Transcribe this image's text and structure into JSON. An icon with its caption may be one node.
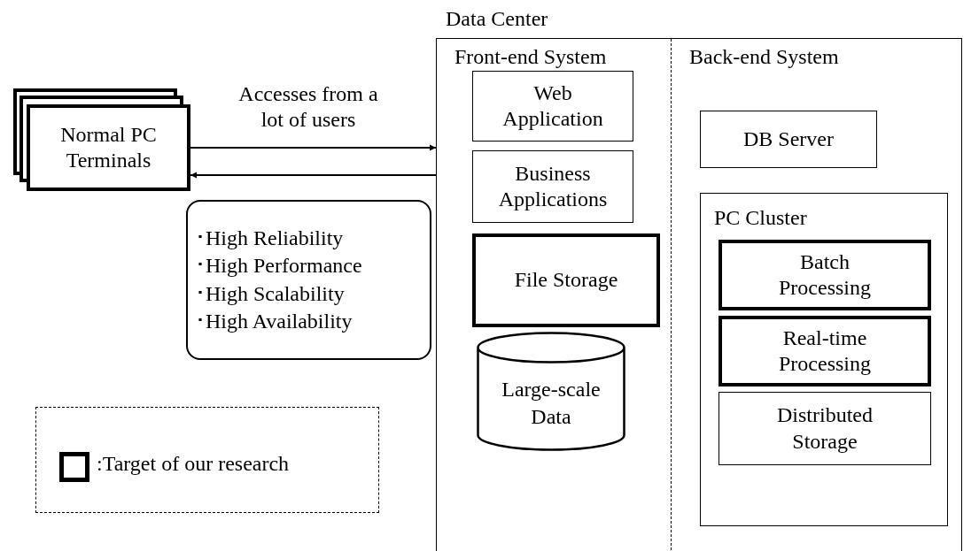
{
  "diagram": {
    "nodes": [
      {
        "text": [
          "Normal PC Terminals"
        ]
      },
      {
        "text": [
          "･High Reliability",
          "･High Performance",
          "･High Scalability",
          "･High Availability"
        ]
      },
      {
        "text": [
          "Data Center"
        ]
      },
      {
        "text": [
          "Front-end System"
        ],
        "in": 2
      },
      {
        "text": [
          "Web Application"
        ],
        "in": 3
      },
      {
        "text": [
          "Business Applications"
        ],
        "in": 3
      },
      {
        "text": [
          "File Storage"
        ],
        "in": 3
      },
      {
        "text": [
          "Large-scale Data"
        ],
        "in": 3
      },
      {
        "text": [
          "Back-end System"
        ],
        "in": 2
      },
      {
        "text": [
          "DB Server"
        ],
        "in": 8
      },
      {
        "text": [
          "PC Cluster"
        ],
        "in": 8
      },
      {
        "text": [
          "Batch Processing"
        ],
        "in": 10
      },
      {
        "text": [
          "Real-time Processing"
        ],
        "in": 10
      },
      {
        "text": [
          "Distributed Storage"
        ],
        "in": 10
      }
    ],
    "edges": [
      {
        "from": 0,
        "to": 2,
        "arrow": "to",
        "label": "Accesses from a lot of users"
      },
      {
        "from": 2,
        "to": 0,
        "arrow": "to"
      }
    ],
    "legend": [
      {
        "text": ":Target of our research"
      }
    ]
  }
}
